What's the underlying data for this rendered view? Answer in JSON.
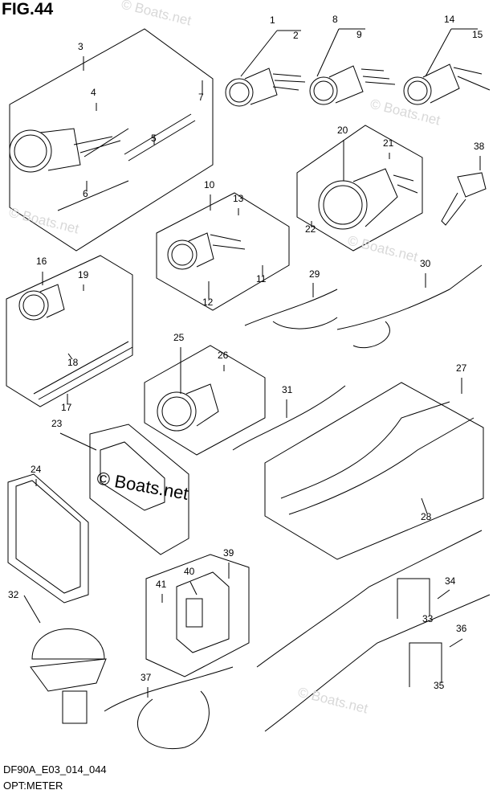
{
  "title": "FIG.44",
  "footer": {
    "code": "DF90A_E03_014_044",
    "caption": "OPT:METER"
  },
  "watermark": "© Boats.net",
  "callouts": [
    "1",
    "2",
    "3",
    "4",
    "5",
    "6",
    "7",
    "8",
    "9",
    "10",
    "11",
    "12",
    "13",
    "14",
    "15",
    "16",
    "17",
    "18",
    "19",
    "20",
    "21",
    "22",
    "23",
    "24",
    "25",
    "26",
    "27",
    "28",
    "29",
    "30",
    "31",
    "32",
    "33",
    "34",
    "35",
    "36",
    "37",
    "38",
    "39",
    "40",
    "41"
  ]
}
